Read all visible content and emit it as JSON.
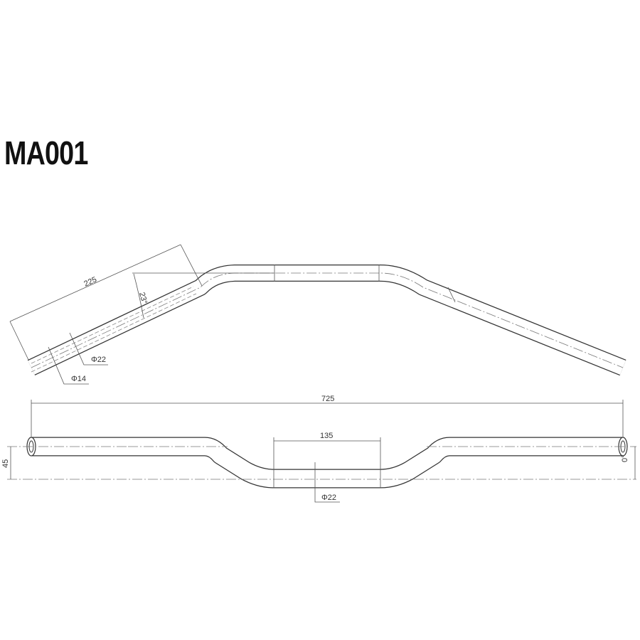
{
  "title": "MA001",
  "top_view": {
    "length_label": "225",
    "angle_label": "23°",
    "outer_diameter_label": "Φ22",
    "inner_diameter_label": "Φ14"
  },
  "front_view": {
    "width_label": "725",
    "center_width_label": "135",
    "rise_label": "45",
    "angle_label": "0°",
    "diameter_label": "Φ22"
  },
  "colors": {
    "line": "#333333",
    "background": "#ffffff"
  }
}
